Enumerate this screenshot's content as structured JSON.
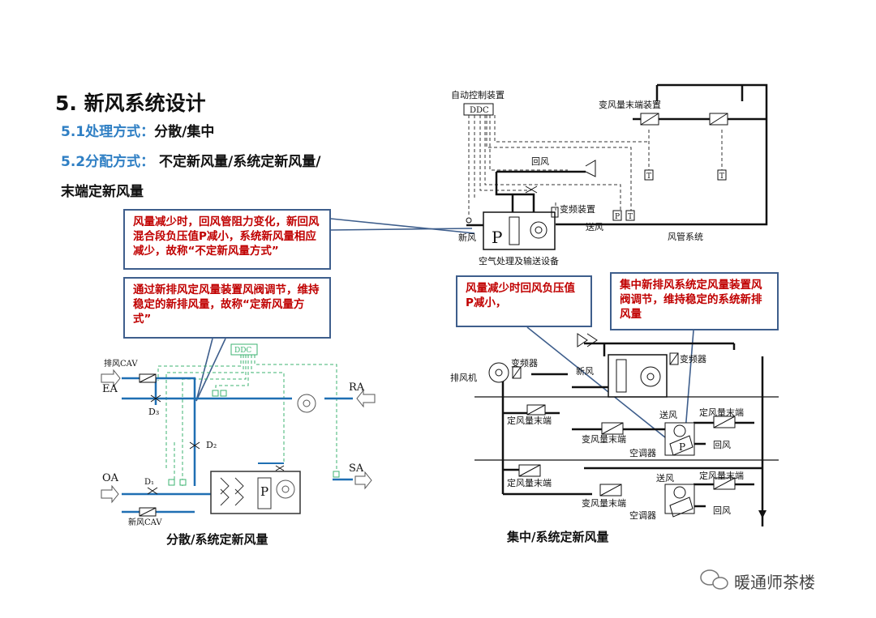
{
  "title": "5.  新风系统设计",
  "sections": [
    {
      "label": "5.1处理方式：",
      "text": "分散/集中"
    },
    {
      "label": "5.2分配方式：",
      "text": " 不定新风量/系统定新风量/"
    }
  ],
  "section_cont": "末端定新风量",
  "callouts": {
    "c1": "风量减少时，回风管阻力变化，新回风混合段负压值P减小，系统新风量相应减少，故称“不定新风量方式”",
    "c2": "通过新排风定风量装置风阀调节，维持稳定的新排风量，故称“定新风量方式”",
    "c3": "风量减少时回风负压值P减小，",
    "c4": "集中新排风系统定风量装置风阀调节，维持稳定的系统新排风量"
  },
  "top_diagram": {
    "auto_control": "自动控制装置",
    "ddc": "DDC",
    "vav_terminal": "变风量末端装置",
    "return_air": "回风",
    "vfd": "变频装置",
    "fresh_air": "新风",
    "supply_air": "送风",
    "duct_system": "风管系统",
    "ahu": "空气处理及输送设备",
    "p": "P",
    "t": "T",
    "pp": "P"
  },
  "left_diagram": {
    "ddc": "DDC",
    "exhaust_cav": "排风CAV",
    "ea": "EA",
    "d3": "D₃",
    "ra": "RA",
    "d2": "D₂",
    "oa": "OA",
    "d1": "D₁",
    "sa": "SA",
    "fresh_cav": "新风CAV",
    "p": "P"
  },
  "right_diagram": {
    "vfd1": "变频器",
    "vfd2": "变频器",
    "exhaust_fan": "排风机",
    "fresh_air": "新风",
    "cav1": "定风量末端",
    "cav2": "定风量末端",
    "cav3": "定风量末端",
    "cav4": "定风量末端",
    "vav1": "变风量末端",
    "vav2": "变风量末端",
    "supply1": "送风",
    "supply2": "送风",
    "ahu1": "空调器",
    "ahu2": "空调器",
    "return1": "回风",
    "return2": "回风",
    "p": "P"
  },
  "captions": {
    "left": "分散/系统定新风量",
    "right": "集中/系统定新风量"
  },
  "watermark": "暖通师茶楼",
  "colors": {
    "accent": "#2f7fc4",
    "callout_text": "#c00000",
    "callout_border": "#3e5e8c",
    "pipe_blue": "#1f6fb3",
    "control_green": "#3cb371"
  }
}
